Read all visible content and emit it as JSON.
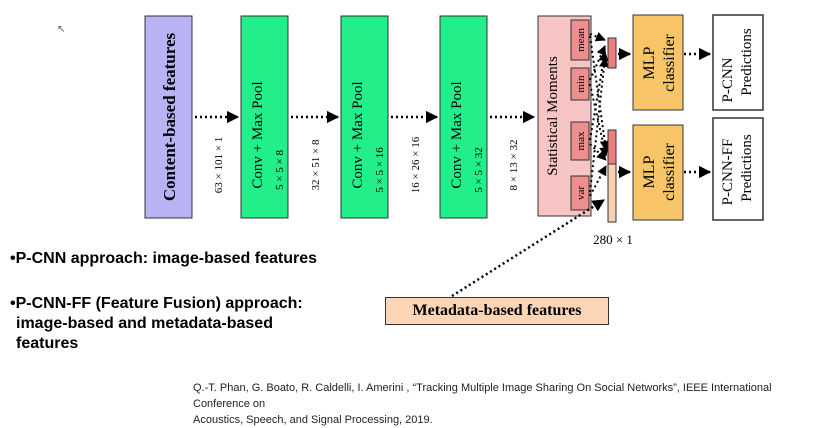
{
  "diagram": {
    "content_features": "Content-based features",
    "dim_input": "63 × 101 × 1",
    "conv_blocks": [
      {
        "title": "Conv  + Max Pool",
        "kernel": "5 × 5 × 8",
        "dim_out": "32 × 51 × 8"
      },
      {
        "title": "Conv  + Max Pool",
        "kernel": "5 × 5 × 16",
        "dim_out": "16 × 26 × 16"
      },
      {
        "title": "Conv  + Max Pool",
        "kernel": "5 × 5 × 32",
        "dim_out": "8 × 13 × 32"
      }
    ],
    "stat_moments": {
      "title": "Statistical Moments",
      "items": [
        "mean",
        "min",
        "max",
        "var"
      ]
    },
    "vector_dim": "280 × 1",
    "mlp_label": "MLP classifier",
    "mlp_line1": "MLP",
    "mlp_line2": "classifier",
    "outputs": [
      {
        "line1": "P-CNN",
        "line2": "Predictions"
      },
      {
        "line1": "P-CNN-FF",
        "line2": "Predictions"
      }
    ],
    "metadata_features": "Metadata-based features"
  },
  "bullets": {
    "b1": "•P-CNN approach: image-based features",
    "b2_line1": "•P-CNN-FF (Feature Fusion) approach:",
    "b2_line2": "image-based and metadata-based",
    "b2_line3": "features"
  },
  "citation": {
    "line1": "Q.-T. Phan, G. Boato, R. Caldelli, I. Amerini , “Tracking Multiple Image Sharing On Social Networks”, IEEE International Conference on",
    "line2": "Acoustics, Speech, and Signal Processing, 2019."
  },
  "colors": {
    "content_box": "#b7b3f5",
    "conv_box": "#22ee8a",
    "stat_box": "#f7c6c4",
    "stat_item": "#ee8f8f",
    "vector_top": "#ee7d7d",
    "vector_bottom": "#f9d0b0",
    "mlp_box": "#f7c567",
    "metadata_box": "#fbd5b5"
  }
}
